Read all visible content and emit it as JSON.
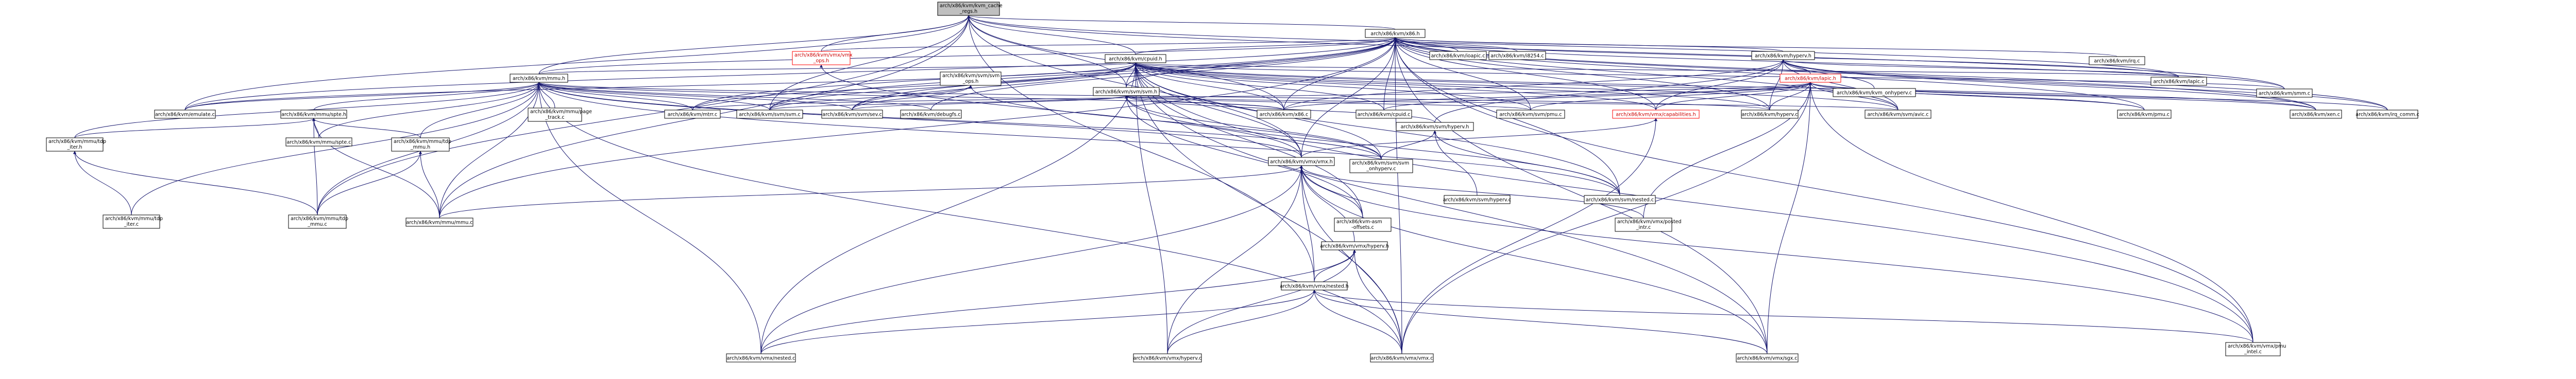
{
  "colors": {
    "root_fill": "#bfbfbf",
    "node_fill": "#ffffff",
    "node_border": "#000000",
    "red_border": "#ff0000",
    "red_text": "#cc0000",
    "edge": "#191970"
  },
  "nodes": [
    {
      "id": "root",
      "label": "arch/x86/kvm/kvm_cache\n_regs.h",
      "kind": "root"
    },
    {
      "id": "x86h",
      "label": "arch/x86/kvm/x86.h"
    },
    {
      "id": "vmxops",
      "label": "arch/x86/kvm/vmx/vmx\n_ops.h",
      "kind": "red"
    },
    {
      "id": "cpuid",
      "label": "arch/x86/kvm/cpuid.h"
    },
    {
      "id": "ioapic",
      "label": "arch/x86/kvm/ioapic.c"
    },
    {
      "id": "i8254",
      "label": "arch/x86/kvm/i8254.c"
    },
    {
      "id": "hyperv",
      "label": "arch/x86/kvm/hyperv.h"
    },
    {
      "id": "mmuh",
      "label": "arch/x86/kvm/mmu.h"
    },
    {
      "id": "svmops",
      "label": "arch/x86/kvm/svm/svm\n_ops.h"
    },
    {
      "id": "svmh",
      "label": "arch/x86/kvm/svm/svm.h"
    },
    {
      "id": "lapich",
      "label": "arch/x86/kvm/lapic.h",
      "kind": "red"
    },
    {
      "id": "svmonhv",
      "label": "arch/x86/kvm/kvm_onhyperv.c"
    },
    {
      "id": "emulate",
      "label": "arch/x86/kvm/emulate.c"
    },
    {
      "id": "mmutdp",
      "label": "arch/x86/kvm/mmu/tdp\n_iter.h"
    },
    {
      "id": "spte",
      "label": "arch/x86/kvm/mmu/spte.h"
    },
    {
      "id": "pgtrack",
      "label": "arch/x86/kvm/mmu/page\n_track.c"
    },
    {
      "id": "mtrr",
      "label": "arch/x86/kvm/mtrr.c"
    },
    {
      "id": "svmc",
      "label": "arch/x86/kvm/svm/svm.c"
    },
    {
      "id": "sev",
      "label": "arch/x86/kvm/svm/sev.c"
    },
    {
      "id": "debugfs",
      "label": "arch/x86/kvm/debugfs.c"
    },
    {
      "id": "x86c",
      "label": "arch/x86/kvm/x86.c"
    },
    {
      "id": "cpuidc",
      "label": "arch/x86/kvm/cpuid.c"
    },
    {
      "id": "svmhv",
      "label": "arch/x86/kvm/svm/hyperv.h"
    },
    {
      "id": "svmpmu",
      "label": "arch/x86/kvm/svm/pmu.c"
    },
    {
      "id": "capab",
      "label": "arch/x86/kvm/vmx/capabilities.h",
      "kind": "red"
    },
    {
      "id": "hypervc",
      "label": "arch/x86/kvm/hyperv.c"
    },
    {
      "id": "avic",
      "label": "arch/x86/kvm/svm/avic.c"
    },
    {
      "id": "pmuc",
      "label": "arch/x86/kvm/pmu.c"
    },
    {
      "id": "xenc",
      "label": "arch/x86/kvm/xen.c"
    },
    {
      "id": "irqcomm",
      "label": "arch/x86/kvm/irq_comm.c"
    },
    {
      "id": "smmc",
      "label": "arch/x86/kvm/smm.c"
    },
    {
      "id": "lapicc",
      "label": "arch/x86/kvm/lapic.c"
    },
    {
      "id": "irqc",
      "label": "arch/x86/kvm/irq.c"
    },
    {
      "id": "mmutdph",
      "label": "arch/x86/kvm/mmu/tdp\n_iter.h"
    },
    {
      "id": "mmuspte",
      "label": "arch/x86/kvm/mmu/spte.c"
    },
    {
      "id": "tdpmmuh",
      "label": "arch/x86/kvm/mmu/tdp\n_mmu.h"
    },
    {
      "id": "tdpiterc",
      "label": "arch/x86/kvm/mmu/tdp\n_iter.c"
    },
    {
      "id": "tdpmmuc",
      "label": "arch/x86/kvm/mmu/tdp\n_mmu.c"
    },
    {
      "id": "mmuc",
      "label": "arch/x86/kvm/mmu/mmu.c"
    },
    {
      "id": "svmonhyperv",
      "label": "arch/x86/kvm/svm/svm\n_onhyperv.c"
    },
    {
      "id": "vmxh",
      "label": "arch/x86/kvm/vmx/vmx.h"
    },
    {
      "id": "svmhvc",
      "label": "arch/x86/kvm/svm/hyperv.c"
    },
    {
      "id": "svmnested",
      "label": "arch/x86/kvm/svm/nested.c"
    },
    {
      "id": "asmoff",
      "label": "arch/x86/kvm-asm\n-offsets.c"
    },
    {
      "id": "vmxhv",
      "label": "arch/x86/kvm/vmx/hyperv.h"
    },
    {
      "id": "posted",
      "label": "arch/x86/kvm/vmx/posted\n_intr.c"
    },
    {
      "id": "vmxnestedh",
      "label": "arch/x86/kvm/vmx/nested.h"
    },
    {
      "id": "vmxnestedc",
      "label": "arch/x86/kvm/vmx/nested.c"
    },
    {
      "id": "vmxhvc",
      "label": "arch/x86/kvm/vmx/hyperv.c"
    },
    {
      "id": "vmxc",
      "label": "arch/x86/kvm/vmx/vmx.c"
    },
    {
      "id": "sgx",
      "label": "arch/x86/kvm/vmx/sgx.c"
    },
    {
      "id": "pmuintel",
      "label": "arch/x86/kvm/vmx/pmu\n_intel.c"
    }
  ]
}
